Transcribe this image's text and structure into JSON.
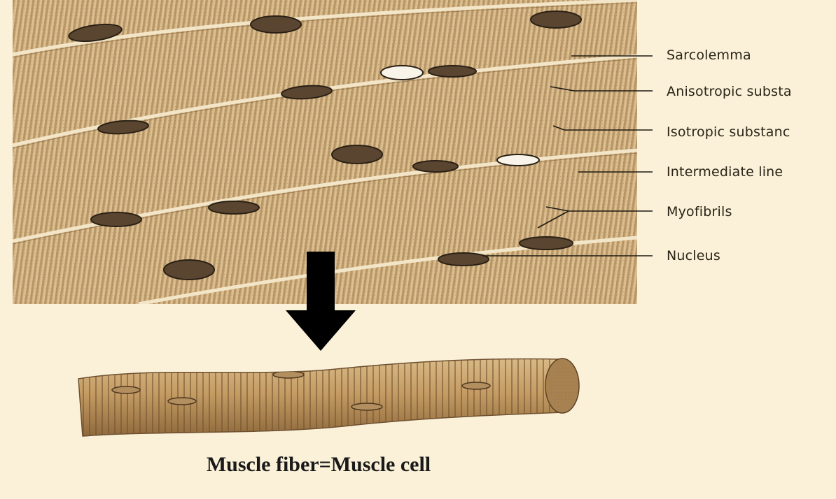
{
  "labels": {
    "sarcolemma": "Sarcolemma",
    "anisotropic": "Anisotropic substa",
    "isotropic": "Isotropic substanc",
    "intermediate": "Intermediate line",
    "myofibrils": "Myofibrils",
    "nucleus": "Nucleus"
  },
  "caption": "Muscle fiber=Muscle cell",
  "colors": {
    "background": "#fbf1d8",
    "tissue": "#d9bb8c",
    "striation": "#9c7b52",
    "nucleus": "#3a2e20",
    "arrow": "#000000",
    "fiber": "#b8935e"
  }
}
